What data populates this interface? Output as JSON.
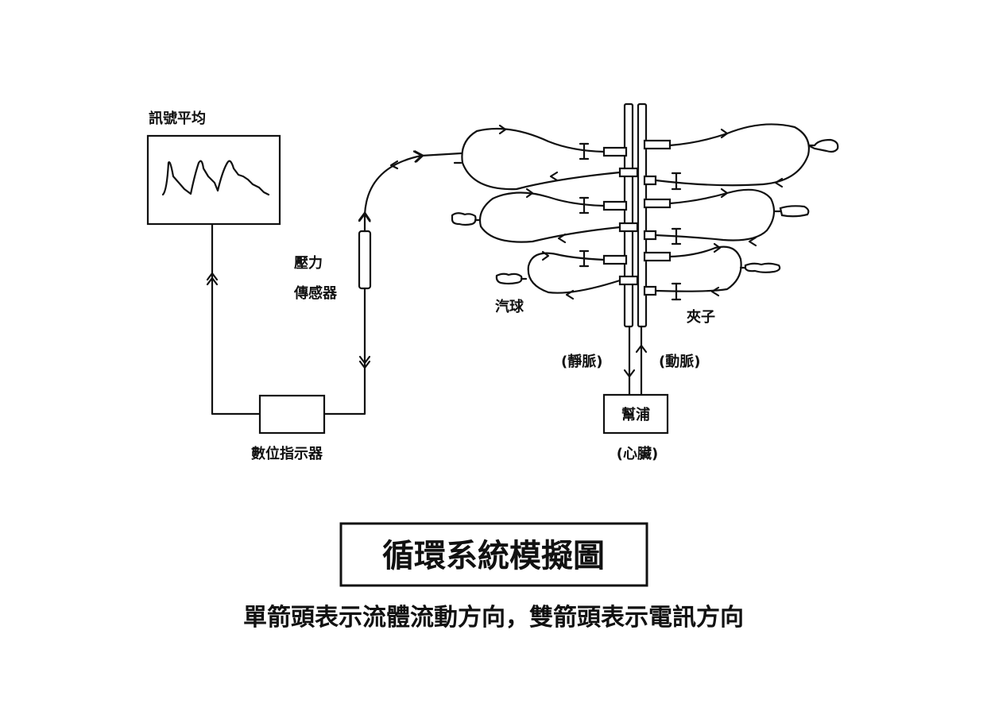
{
  "labels": {
    "signal_average": "訊號平均",
    "pressure": "壓力",
    "sensor": "傳感器",
    "digital_indicator": "數位指示器",
    "balloon": "汽球",
    "clamp": "夾子",
    "vein": "(靜脈)",
    "artery": "(動脈)",
    "pump": "幫浦",
    "heart": "(心臟)"
  },
  "title": "循環系統模擬圖",
  "subtitle": "單箭頭表示流體流動方向，雙箭頭表示電訊方向",
  "colors": {
    "line": "#111111",
    "background": "#ffffff"
  }
}
